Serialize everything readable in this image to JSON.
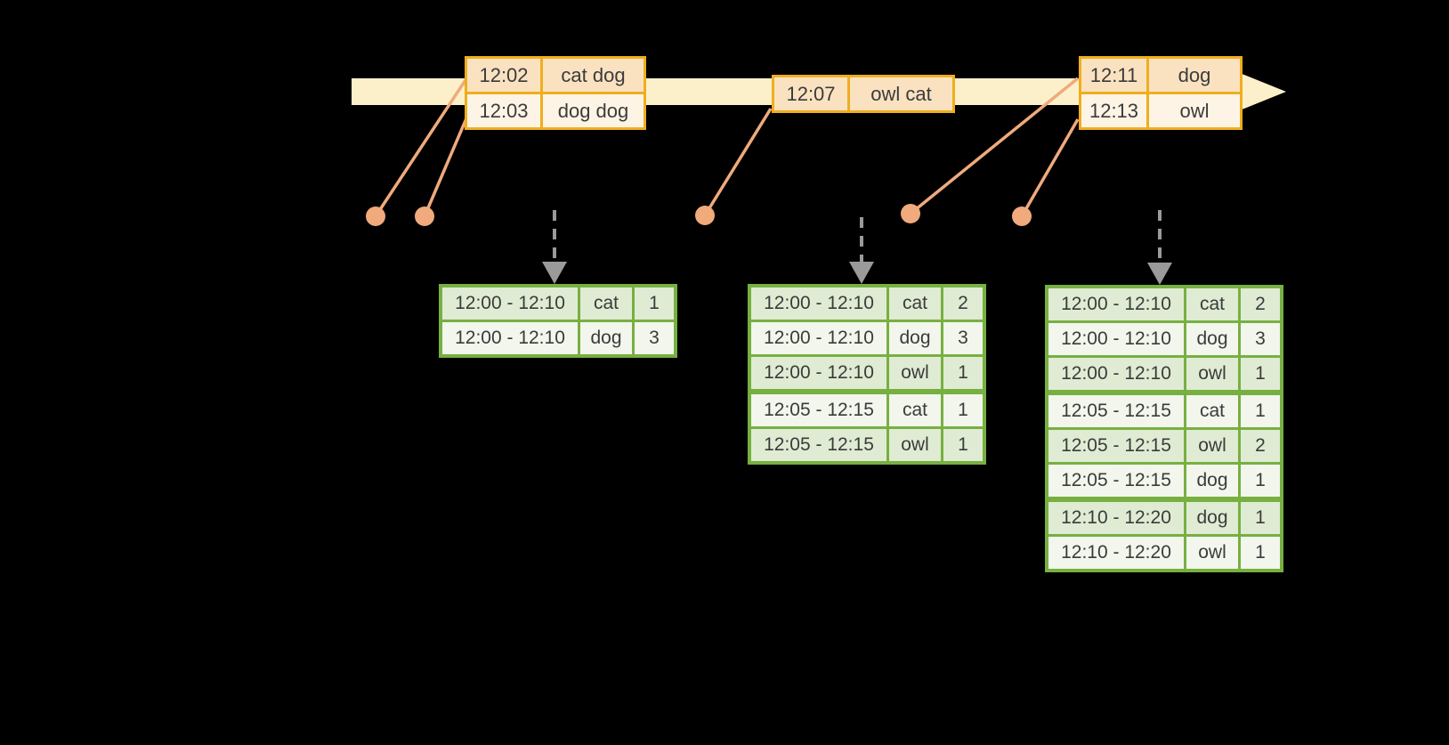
{
  "colors": {
    "background": "#000000",
    "timeline_band": "#FBF0C9",
    "event_table_border": "#EFAE1E",
    "event_row_peach": "#FAE2C1",
    "event_row_cream": "#FDF4E5",
    "connector_orange": "#F0AA7C",
    "result_table_border": "#77B041",
    "result_row_dark": "#E0EBD3",
    "result_row_light": "#F2F6EC",
    "trigger_arrow_gray": "#9A9A9A",
    "text": "#3B3B3B"
  },
  "event_tables": [
    {
      "rows": [
        {
          "time": "12:02",
          "words": "cat dog"
        },
        {
          "time": "12:03",
          "words": "dog dog"
        }
      ]
    },
    {
      "rows": [
        {
          "time": "12:07",
          "words": "owl cat"
        }
      ]
    },
    {
      "rows": [
        {
          "time": "12:11",
          "words": "dog"
        },
        {
          "time": "12:13",
          "words": "owl"
        }
      ]
    }
  ],
  "result_tables": [
    {
      "rows": [
        {
          "window": "12:00 - 12:10",
          "word": "cat",
          "count": "1"
        },
        {
          "window": "12:00 - 12:10",
          "word": "dog",
          "count": "3"
        }
      ]
    },
    {
      "rows": [
        {
          "window": "12:00 - 12:10",
          "word": "cat",
          "count": "2"
        },
        {
          "window": "12:00 - 12:10",
          "word": "dog",
          "count": "3"
        },
        {
          "window": "12:00 - 12:10",
          "word": "owl",
          "count": "1"
        },
        {
          "window": "12:05 - 12:15",
          "word": "cat",
          "count": "1"
        },
        {
          "window": "12:05 - 12:15",
          "word": "owl",
          "count": "1"
        }
      ]
    },
    {
      "rows": [
        {
          "window": "12:00 - 12:10",
          "word": "cat",
          "count": "2"
        },
        {
          "window": "12:00 - 12:10",
          "word": "dog",
          "count": "3"
        },
        {
          "window": "12:00 - 12:10",
          "word": "owl",
          "count": "1"
        },
        {
          "window": "12:05 - 12:15",
          "word": "cat",
          "count": "1"
        },
        {
          "window": "12:05 - 12:15",
          "word": "owl",
          "count": "2"
        },
        {
          "window": "12:05 - 12:15",
          "word": "dog",
          "count": "1"
        },
        {
          "window": "12:10 - 12:20",
          "word": "dog",
          "count": "1"
        },
        {
          "window": "12:10 - 12:20",
          "word": "owl",
          "count": "1"
        }
      ]
    }
  ]
}
